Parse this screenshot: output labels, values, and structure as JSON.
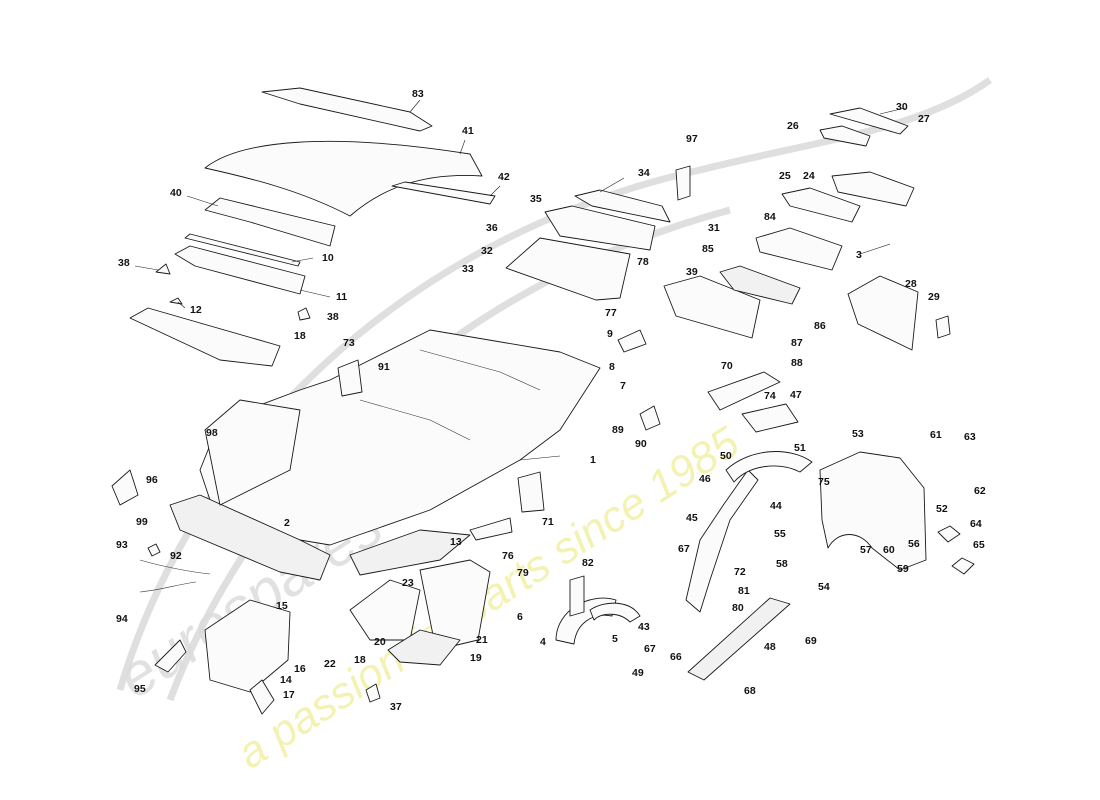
{
  "diagram": {
    "type": "exploded parts diagram",
    "watermark": {
      "brand": "eurospares",
      "slogan": "a passion for parts since 1985",
      "slogan_color": "#f3f0a6",
      "brand_color": "#d9d9d9"
    },
    "callouts": [
      {
        "n": "83"
      },
      {
        "n": "41"
      },
      {
        "n": "42"
      },
      {
        "n": "40"
      },
      {
        "n": "38"
      },
      {
        "n": "10"
      },
      {
        "n": "11"
      },
      {
        "n": "12"
      },
      {
        "n": "38"
      },
      {
        "n": "18"
      },
      {
        "n": "73"
      },
      {
        "n": "91"
      },
      {
        "n": "98"
      },
      {
        "n": "96"
      },
      {
        "n": "99"
      },
      {
        "n": "2"
      },
      {
        "n": "93"
      },
      {
        "n": "92"
      },
      {
        "n": "94"
      },
      {
        "n": "95"
      },
      {
        "n": "15"
      },
      {
        "n": "14"
      },
      {
        "n": "16"
      },
      {
        "n": "17"
      },
      {
        "n": "22"
      },
      {
        "n": "18"
      },
      {
        "n": "20"
      },
      {
        "n": "23"
      },
      {
        "n": "21"
      },
      {
        "n": "19"
      },
      {
        "n": "37"
      },
      {
        "n": "13"
      },
      {
        "n": "76"
      },
      {
        "n": "71"
      },
      {
        "n": "1"
      },
      {
        "n": "79"
      },
      {
        "n": "82"
      },
      {
        "n": "6"
      },
      {
        "n": "4"
      },
      {
        "n": "5"
      },
      {
        "n": "97"
      },
      {
        "n": "34"
      },
      {
        "n": "35"
      },
      {
        "n": "31"
      },
      {
        "n": "36"
      },
      {
        "n": "32"
      },
      {
        "n": "33"
      },
      {
        "n": "78"
      },
      {
        "n": "77"
      },
      {
        "n": "9"
      },
      {
        "n": "8"
      },
      {
        "n": "7"
      },
      {
        "n": "89"
      },
      {
        "n": "90"
      },
      {
        "n": "84"
      },
      {
        "n": "85"
      },
      {
        "n": "39"
      },
      {
        "n": "70"
      },
      {
        "n": "47"
      },
      {
        "n": "74"
      },
      {
        "n": "30"
      },
      {
        "n": "26"
      },
      {
        "n": "27"
      },
      {
        "n": "25"
      },
      {
        "n": "24"
      },
      {
        "n": "3"
      },
      {
        "n": "28"
      },
      {
        "n": "29"
      },
      {
        "n": "86"
      },
      {
        "n": "87"
      },
      {
        "n": "88"
      },
      {
        "n": "53"
      },
      {
        "n": "61"
      },
      {
        "n": "63"
      },
      {
        "n": "62"
      },
      {
        "n": "50"
      },
      {
        "n": "51"
      },
      {
        "n": "46"
      },
      {
        "n": "75"
      },
      {
        "n": "44"
      },
      {
        "n": "52"
      },
      {
        "n": "45"
      },
      {
        "n": "55"
      },
      {
        "n": "64"
      },
      {
        "n": "56"
      },
      {
        "n": "57"
      },
      {
        "n": "60"
      },
      {
        "n": "65"
      },
      {
        "n": "58"
      },
      {
        "n": "72"
      },
      {
        "n": "67"
      },
      {
        "n": "54"
      },
      {
        "n": "59"
      },
      {
        "n": "81"
      },
      {
        "n": "80"
      },
      {
        "n": "43"
      },
      {
        "n": "67"
      },
      {
        "n": "66"
      },
      {
        "n": "48"
      },
      {
        "n": "69"
      },
      {
        "n": "49"
      },
      {
        "n": "68"
      }
    ]
  }
}
